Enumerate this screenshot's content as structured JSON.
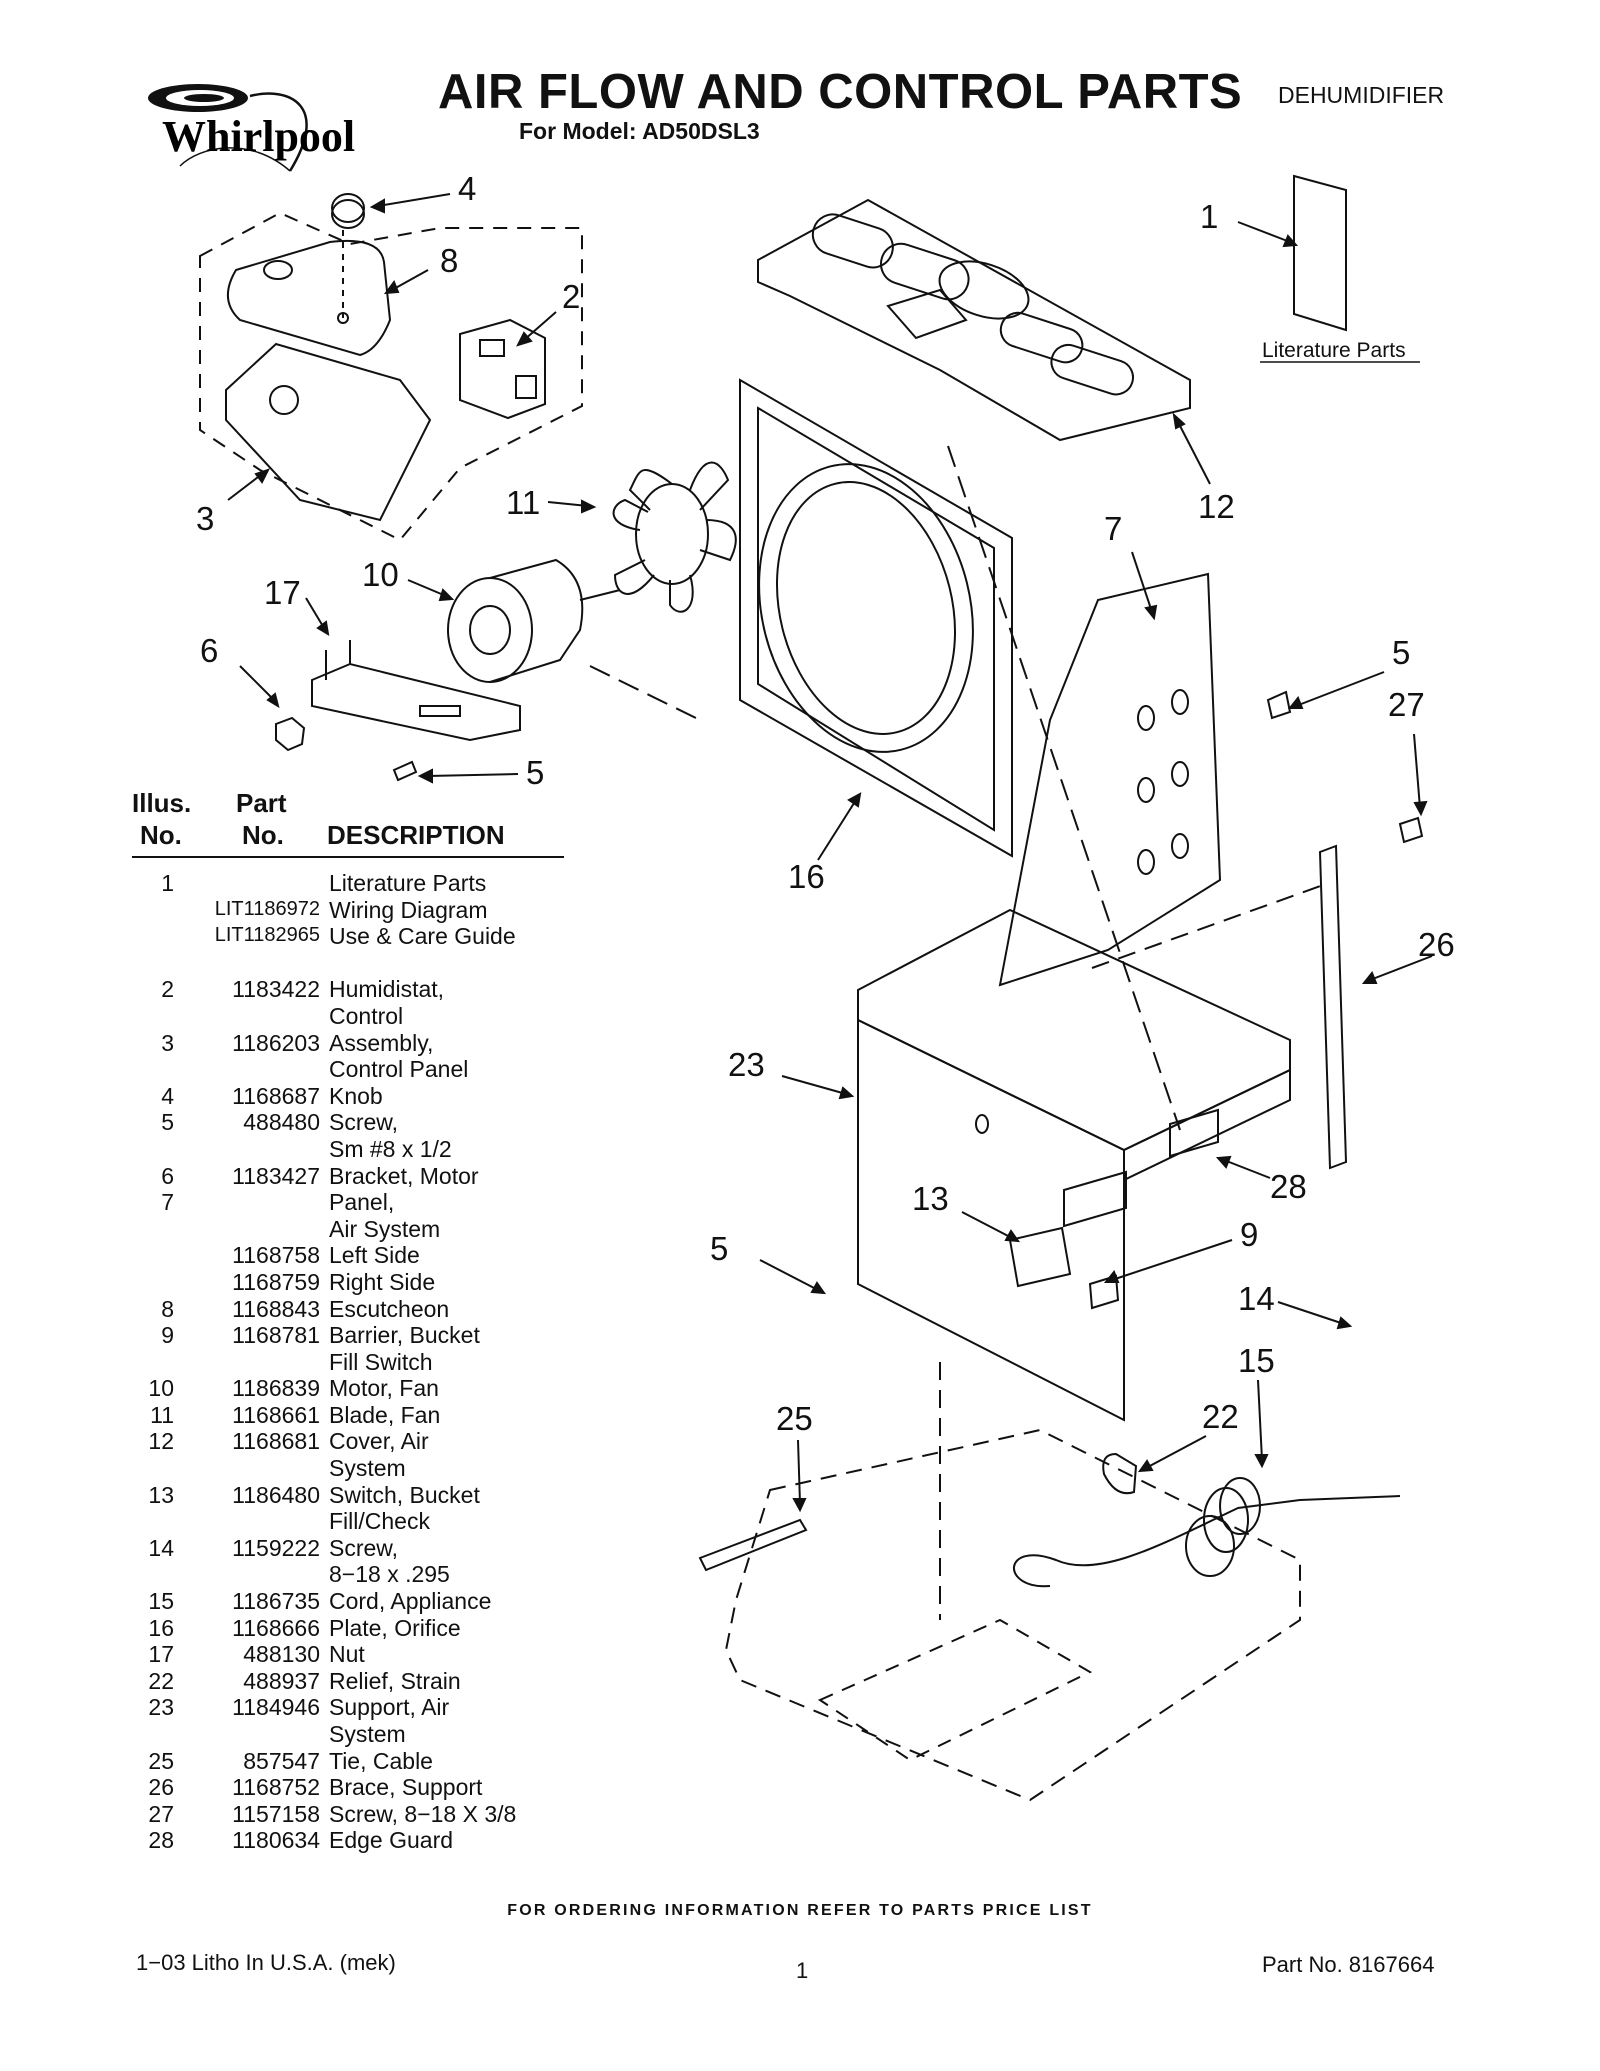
{
  "header": {
    "brand": "Whirlpool",
    "title": "AIR FLOW AND CONTROL PARTS",
    "subtitle": "For Model: AD50DSL3",
    "category": "DEHUMIDIFIER"
  },
  "diagram": {
    "literature_caption": "Literature Parts",
    "callouts": [
      "4",
      "8",
      "2",
      "3",
      "1",
      "12",
      "11",
      "10",
      "17",
      "6",
      "7",
      "5",
      "27",
      "5",
      "16",
      "26",
      "23",
      "28",
      "13",
      "9",
      "5",
      "14",
      "15",
      "25",
      "22"
    ]
  },
  "table": {
    "headers": {
      "illus_line1": "Illus.",
      "illus_line2": "No.",
      "part_line1": "Part",
      "part_line2": "No.",
      "description": "DESCRIPTION"
    },
    "rows": [
      {
        "illus": "1",
        "part": "",
        "desc": "Literature Parts"
      },
      {
        "illus": "",
        "part": "LIT1186972",
        "desc": "Wiring Diagram"
      },
      {
        "illus": "",
        "part": "LIT1182965",
        "desc": "Use & Care Guide"
      },
      {
        "gap": true
      },
      {
        "illus": "2",
        "part": "1183422",
        "desc": "Humidistat,"
      },
      {
        "illus": "",
        "part": "",
        "desc": "Control"
      },
      {
        "illus": "3",
        "part": "1186203",
        "desc": "Assembly,"
      },
      {
        "illus": "",
        "part": "",
        "desc": "Control Panel"
      },
      {
        "illus": "4",
        "part": "1168687",
        "desc": "Knob"
      },
      {
        "illus": "5",
        "part": "488480",
        "desc": "Screw,"
      },
      {
        "illus": "",
        "part": "",
        "desc": "Sm #8 x 1/2"
      },
      {
        "illus": "6",
        "part": "1183427",
        "desc": "Bracket, Motor"
      },
      {
        "illus": "7",
        "part": "",
        "desc": "Panel,"
      },
      {
        "illus": "",
        "part": "",
        "desc": "Air System"
      },
      {
        "illus": "",
        "part": "1168758",
        "desc": "Left Side"
      },
      {
        "illus": "",
        "part": "1168759",
        "desc": "Right Side"
      },
      {
        "illus": "8",
        "part": "1168843",
        "desc": "Escutcheon"
      },
      {
        "illus": "9",
        "part": "1168781",
        "desc": "Barrier, Bucket"
      },
      {
        "illus": "",
        "part": "",
        "desc": "Fill Switch"
      },
      {
        "illus": "10",
        "part": "1186839",
        "desc": "Motor, Fan"
      },
      {
        "illus": "11",
        "part": "1168661",
        "desc": "Blade, Fan"
      },
      {
        "illus": "12",
        "part": "1168681",
        "desc": "Cover, Air"
      },
      {
        "illus": "",
        "part": "",
        "desc": "System"
      },
      {
        "illus": "13",
        "part": "1186480",
        "desc": "Switch, Bucket"
      },
      {
        "illus": "",
        "part": "",
        "desc": "Fill/Check"
      },
      {
        "illus": "14",
        "part": "1159222",
        "desc": "Screw,"
      },
      {
        "illus": "",
        "part": "",
        "desc": "8−18 x .295"
      },
      {
        "illus": "15",
        "part": "1186735",
        "desc": "Cord, Appliance"
      },
      {
        "illus": "16",
        "part": "1168666",
        "desc": "Plate, Orifice"
      },
      {
        "illus": "17",
        "part": "488130",
        "desc": "Nut"
      },
      {
        "illus": "22",
        "part": "488937",
        "desc": "Relief, Strain"
      },
      {
        "illus": "23",
        "part": "1184946",
        "desc": "Support, Air"
      },
      {
        "illus": "",
        "part": "",
        "desc": "System"
      },
      {
        "illus": "25",
        "part": "857547",
        "desc": "Tie, Cable"
      },
      {
        "illus": "26",
        "part": "1168752",
        "desc": "Brace, Support"
      },
      {
        "illus": "27",
        "part": "1157158",
        "desc": "Screw, 8−18 X 3/8"
      },
      {
        "illus": "28",
        "part": "1180634",
        "desc": "Edge Guard"
      }
    ]
  },
  "footer": {
    "ordering": "FOR ORDERING INFORMATION REFER TO PARTS PRICE LIST",
    "litho": "1−03 Litho In U.S.A. (mek)",
    "page": "1",
    "part_no": "Part No. 8167664"
  }
}
